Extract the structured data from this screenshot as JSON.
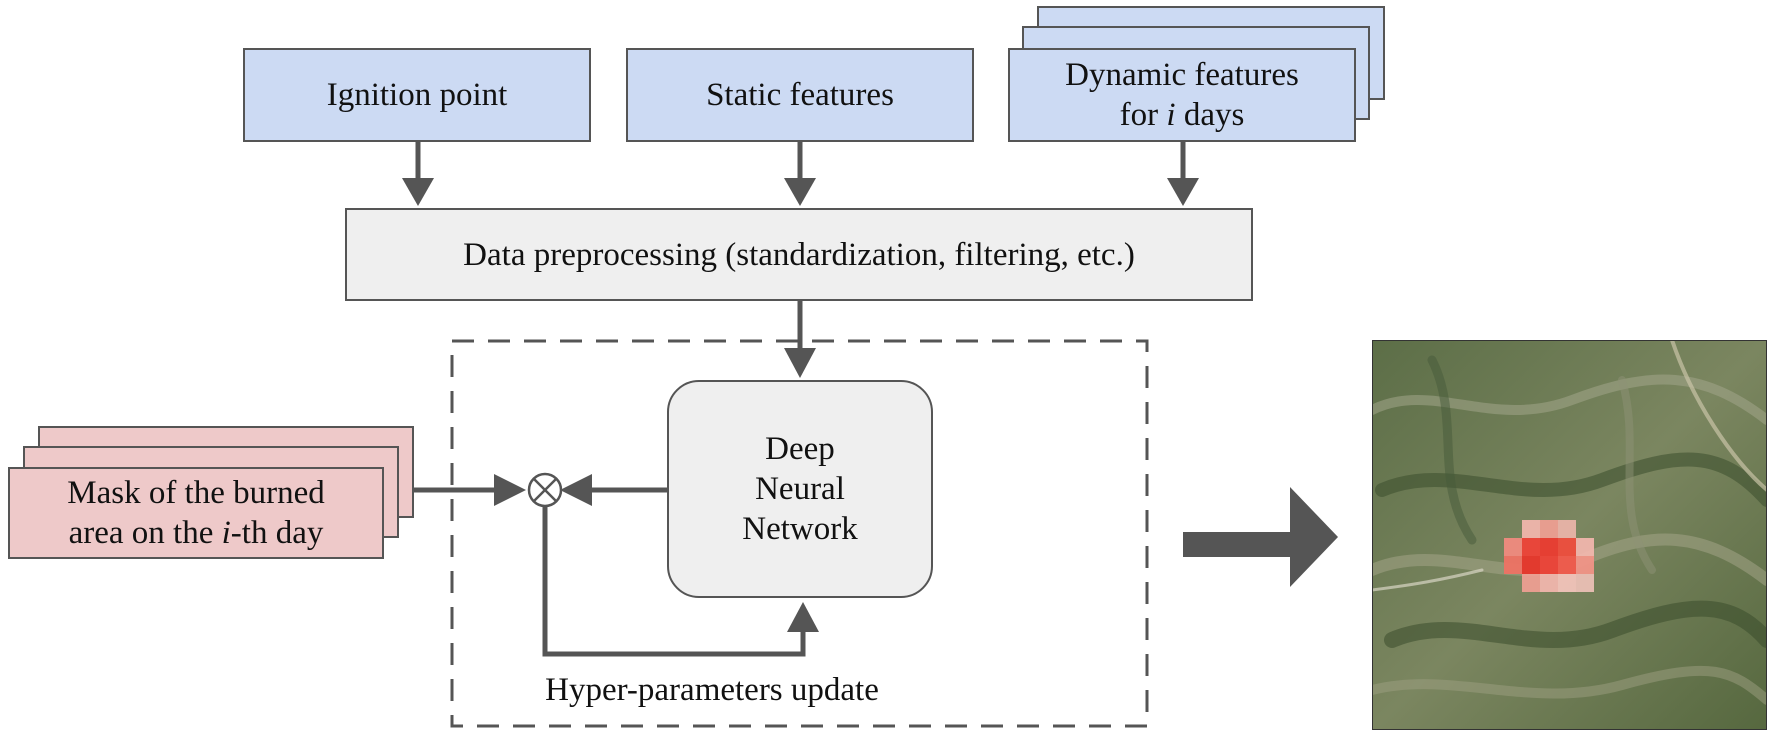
{
  "inputs": {
    "ignition": "Ignition point",
    "static": "Static features",
    "dynamic_line1": "Dynamic features",
    "dynamic_line2_prefix": "for ",
    "dynamic_line2_var": "i",
    "dynamic_line2_suffix": " days"
  },
  "preprocessing": "Data preprocessing (standardization, filtering, etc.)",
  "model": {
    "line1": "Deep",
    "line2": "Neural",
    "line3": "Network"
  },
  "mask": {
    "line1": "Mask of the burned",
    "line2_prefix": "area on the ",
    "line2_var": "i",
    "line2_suffix": "-th day"
  },
  "loop_label": "Hyper-parameters update",
  "operator_symbol": "⊗",
  "colors": {
    "input_box": "#ccdaf3",
    "mask_box": "#eec9c9",
    "process_box": "#efefef",
    "arrow": "#555555",
    "burned_area": "#e8463a"
  },
  "output_image": "satellite-map-with-burned-area"
}
